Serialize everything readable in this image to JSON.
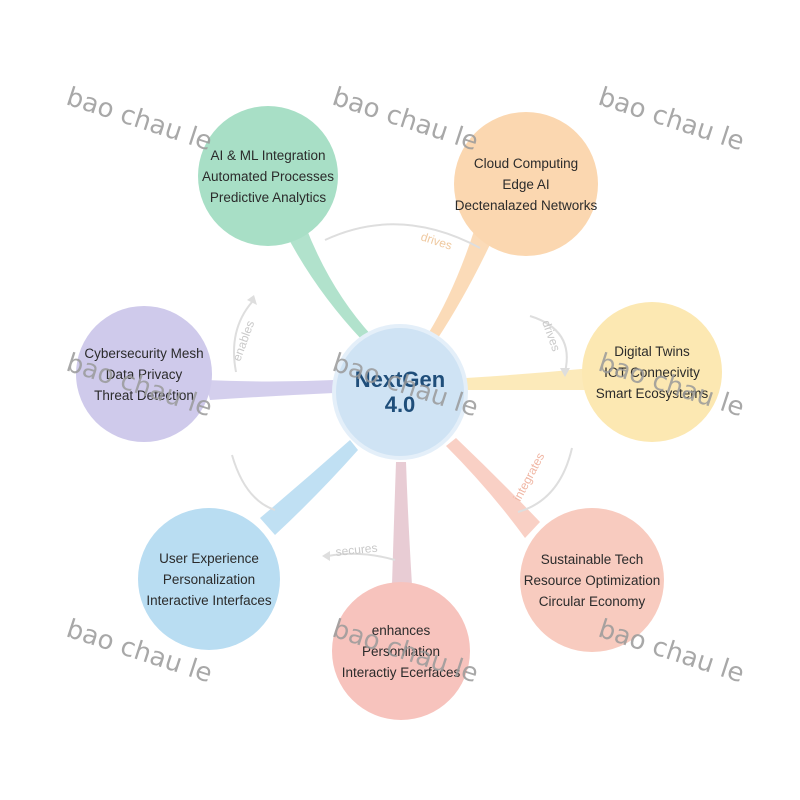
{
  "center": {
    "line1": "NextGen",
    "line2": "4.0"
  },
  "nodes": {
    "ai": {
      "lines": [
        "AI & ML Integration",
        "Automated Processes",
        "Predictive Analytics"
      ],
      "color": "#a8dfc6"
    },
    "cloud": {
      "lines": [
        "Cloud Computing",
        "Edge AI",
        "Dectenalazed Networks"
      ],
      "color": "#fbd7b0"
    },
    "twins": {
      "lines": [
        "Digital Twins",
        "IOT Connecivity",
        "Smart Ecosystems"
      ],
      "color": "#fce8b2"
    },
    "sustain": {
      "lines": [
        "Sustainable Tech",
        "Resource Optimization",
        "Circular Economy"
      ],
      "color": "#f8cbbf"
    },
    "enhances": {
      "lines": [
        "enhances",
        "Personliation",
        "Interactiy Ecerfaces"
      ],
      "color": "#f7c3bd"
    },
    "ux": {
      "lines": [
        "User Experience",
        "Personalization",
        "Interactive Interfaces"
      ],
      "color": "#b9ddf2"
    },
    "cyber": {
      "lines": [
        "Cybersecurity Mesh",
        "Data Privacy",
        "Threat Detection"
      ],
      "color": "#cfcaeb"
    }
  },
  "arrows": {
    "drives_top": {
      "label": "drives",
      "color": "#efc9a0"
    },
    "drives_right": {
      "label": "drives",
      "color": "#c9c9c9"
    },
    "integrates": {
      "label": "integrates",
      "color": "#f0b6a4"
    },
    "secures": {
      "label": "secures",
      "color": "#c9c9c9"
    },
    "enables": {
      "label": "enables",
      "color": "#c9c9c9"
    }
  },
  "watermark": "bao chau le"
}
